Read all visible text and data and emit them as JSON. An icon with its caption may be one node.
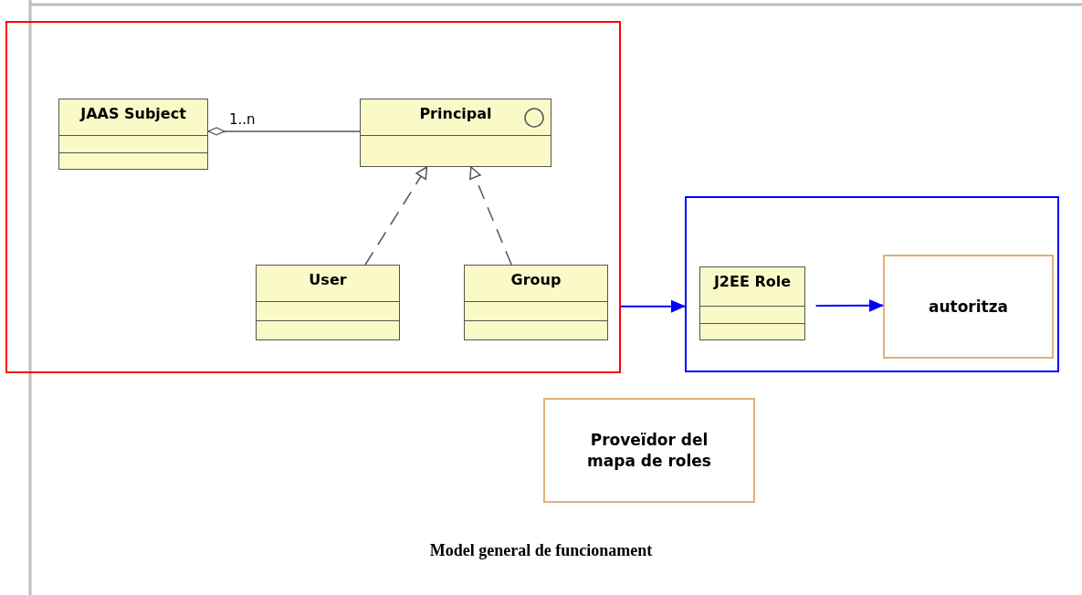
{
  "diagram": {
    "caption": "Model general de funcionament",
    "nodes": [
      {
        "text": [],
        "shape": "box"
      },
      {
        "text": [
          "JAAS Subject"
        ],
        "in": 0
      },
      {
        "text": [
          "Principal"
        ],
        "in": 0
      },
      {
        "text": [
          "User"
        ],
        "in": 0
      },
      {
        "text": [
          "Group"
        ],
        "in": 0
      },
      {
        "text": [],
        "shape": "box"
      },
      {
        "text": [
          "J2EE Role"
        ],
        "in": 5
      },
      {
        "text": [
          "autoritza"
        ],
        "in": 5
      },
      {
        "text": [
          "Proveïdor del mapa de roles"
        ]
      }
    ],
    "edges": [
      {
        "from": 1,
        "to": 2,
        "arrow": "other",
        "label": "1..n"
      },
      {
        "from": 3,
        "to": 2,
        "arrow": "to",
        "style": "dashed"
      },
      {
        "from": 4,
        "to": 2,
        "arrow": "to",
        "style": "dashed"
      },
      {
        "from": 0,
        "to": 5,
        "arrow": "to",
        "color": "#0000ff"
      },
      {
        "from": 6,
        "to": 7,
        "arrow": "to",
        "color": "#0000ff"
      }
    ]
  }
}
